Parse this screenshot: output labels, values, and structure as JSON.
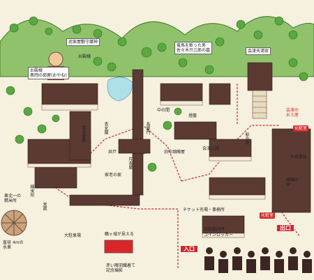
{
  "map": {
    "colors": {
      "hills": "#8fc26a",
      "hill_edge": "#3f7a2c",
      "ground": "#f6f1df",
      "roof": "#5b3a33",
      "roof_dark": "#3c2621",
      "wall": "#f3ead7",
      "water": "#aee0ea",
      "path": "#d8262a",
      "tree": "#5aa840"
    },
    "labels": {
      "buke_yashiki_shugojin": "武家屋敷守護神",
      "otono_sama": "お殿様",
      "okusama_line1": "お殿様",
      "okusama_line2": "奥岡の部屋(おやね)",
      "ryoma_line1": "竜馬を斬った男",
      "ryoma_line2": "佐々木只三郎の墓",
      "aizu_tenmangu": "会津天満宮",
      "aizu_omiyage_1": "会津の",
      "aizu_omiyage_2": "お土産",
      "kesho_shitsu_1": "化粧室",
      "kesho_shitsu_2": "化粧室",
      "oshokujidokoro": "お食事処",
      "omoteshoin": "表玄関",
      "ido": "井戸",
      "katahinoya": "片長屋",
      "chunichi": "中の間",
      "tourou": "燈籠",
      "shoukaiden": "会津上陸",
      "kyuukou": "旧中畑陣屋",
      "shinkai": "新会所",
      "ticket_1": "チケット売場・事務所",
      "ticket_2": "旅館案内所",
      "ticket_3": "コインロッカー",
      "suisha_1": "直径 4mの",
      "suisha_2": "水車",
      "higashi_1": "東北一の",
      "higashi_2": "精米所",
      "ohyomeden_1": "鶴ヶ城が見える",
      "photo_1": "赤い陣羽織着て",
      "photo_2": "記念撮影",
      "daichusha": "大駐車場",
      "kaminoie": "家老の家",
      "iriguchi": "入口",
      "deguchi": "出口",
      "gorou_1": "郷頭の",
      "gorou_2": "家",
      "karou_yashiki": "家老屋敷",
      "beikou": "米蔵",
      "jinja": "長屋門",
      "seimaijo": "精米所"
    }
  }
}
